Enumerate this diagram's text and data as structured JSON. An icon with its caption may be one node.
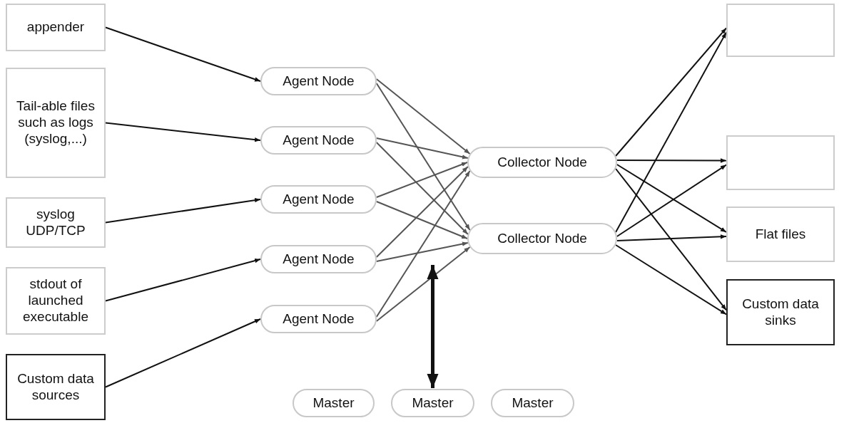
{
  "diagram": {
    "nodes": [
      {
        "text": [
          "appender"
        ]
      },
      {
        "text": [
          "Tail-able files such as logs (syslog,...)"
        ]
      },
      {
        "text": [
          "syslog UDP/TCP"
        ]
      },
      {
        "text": [
          "stdout of launched executable"
        ]
      },
      {
        "text": [
          "Custom data sources"
        ]
      },
      {
        "text": [
          "Agent Node"
        ]
      },
      {
        "text": [
          "Agent Node"
        ]
      },
      {
        "text": [
          "Agent Node"
        ]
      },
      {
        "text": [
          "Agent Node"
        ]
      },
      {
        "text": [
          "Agent Node"
        ]
      },
      {
        "text": [
          "Collector Node"
        ]
      },
      {
        "text": [
          "Collector Node"
        ]
      },
      {
        "text": [],
        "shape": "box"
      },
      {
        "text": [],
        "shape": "box"
      },
      {
        "text": [
          "Flat files"
        ]
      },
      {
        "text": [
          "Custom data sinks"
        ]
      },
      {
        "text": [
          "Master"
        ]
      },
      {
        "text": [
          "Master"
        ]
      },
      {
        "text": [
          "Master"
        ]
      }
    ],
    "edges": [
      {
        "from": 0,
        "to": 5,
        "arrow": "to"
      },
      {
        "from": 1,
        "to": 6,
        "arrow": "to"
      },
      {
        "from": 2,
        "to": 7,
        "arrow": "to"
      },
      {
        "from": 3,
        "to": 8,
        "arrow": "to"
      },
      {
        "from": 4,
        "to": 9,
        "arrow": "to"
      },
      {
        "from": 5,
        "to": 10,
        "arrow": "to",
        "color": "#555555"
      },
      {
        "from": 5,
        "to": 11,
        "arrow": "to",
        "color": "#555555"
      },
      {
        "from": 6,
        "to": 10,
        "arrow": "to",
        "color": "#555555"
      },
      {
        "from": 6,
        "to": 11,
        "arrow": "to",
        "color": "#555555"
      },
      {
        "from": 7,
        "to": 10,
        "arrow": "to",
        "color": "#555555"
      },
      {
        "from": 7,
        "to": 11,
        "arrow": "to",
        "color": "#555555"
      },
      {
        "from": 8,
        "to": 10,
        "arrow": "to",
        "color": "#555555"
      },
      {
        "from": 8,
        "to": 11,
        "arrow": "to",
        "color": "#555555"
      },
      {
        "from": 9,
        "to": 10,
        "arrow": "to",
        "color": "#555555"
      },
      {
        "from": 9,
        "to": 11,
        "arrow": "to",
        "color": "#555555"
      },
      {
        "from": 10,
        "to": 12,
        "arrow": "to"
      },
      {
        "from": 10,
        "to": 13,
        "arrow": "to"
      },
      {
        "from": 10,
        "to": 14,
        "arrow": "to"
      },
      {
        "from": 10,
        "to": 15,
        "arrow": "to"
      },
      {
        "from": 11,
        "to": 12,
        "arrow": "to"
      },
      {
        "from": 11,
        "to": 13,
        "arrow": "to"
      },
      {
        "from": 11,
        "to": 14,
        "arrow": "to"
      },
      {
        "from": 11,
        "to": 15,
        "arrow": "to"
      },
      {
        "from": null,
        "to": 17,
        "arrow": "both",
        "style": "thick"
      }
    ]
  }
}
